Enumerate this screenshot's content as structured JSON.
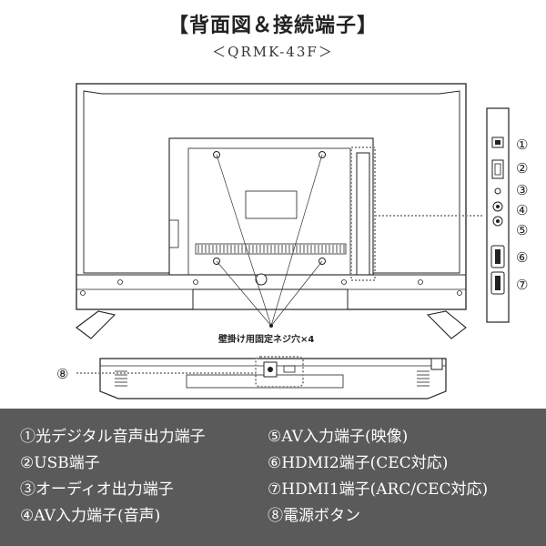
{
  "header": {
    "title": "【背面図＆接続端子】",
    "model": "＜QRMK-43F＞"
  },
  "diagram": {
    "wall_mount_label": "壁掛け用固定ネジ穴×4",
    "port_markers": [
      "①",
      "②",
      "③",
      "④",
      "⑤",
      "⑥",
      "⑦"
    ],
    "power_button_marker": "⑧"
  },
  "legend": {
    "items": [
      "①光デジタル音声出力端子",
      "②USB端子",
      "③オーディオ出力端子",
      "④AV入力端子(音声)",
      "⑤AV入力端子(映像)",
      "⑥HDMI2端子(CEC対応)",
      "⑦HDMI1端子(ARC/CEC対応)",
      "⑧電源ボタン"
    ]
  },
  "colors": {
    "legend_bg": "#5a5a5a",
    "legend_text": "#ffffff",
    "line": "#222222",
    "dotted": "#888888"
  }
}
